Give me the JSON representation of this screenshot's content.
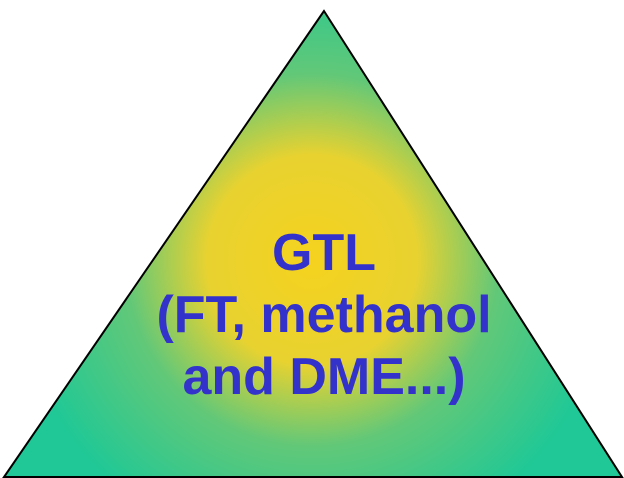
{
  "diagram": {
    "lines": [
      "GTL",
      "(FT, methanol",
      "and DME...)"
    ],
    "colors": {
      "text": "#3333cc",
      "fill_center": "#f5d21e",
      "fill_edge": "#1fc896",
      "outline": "#000000",
      "background": "#ffffff"
    }
  }
}
